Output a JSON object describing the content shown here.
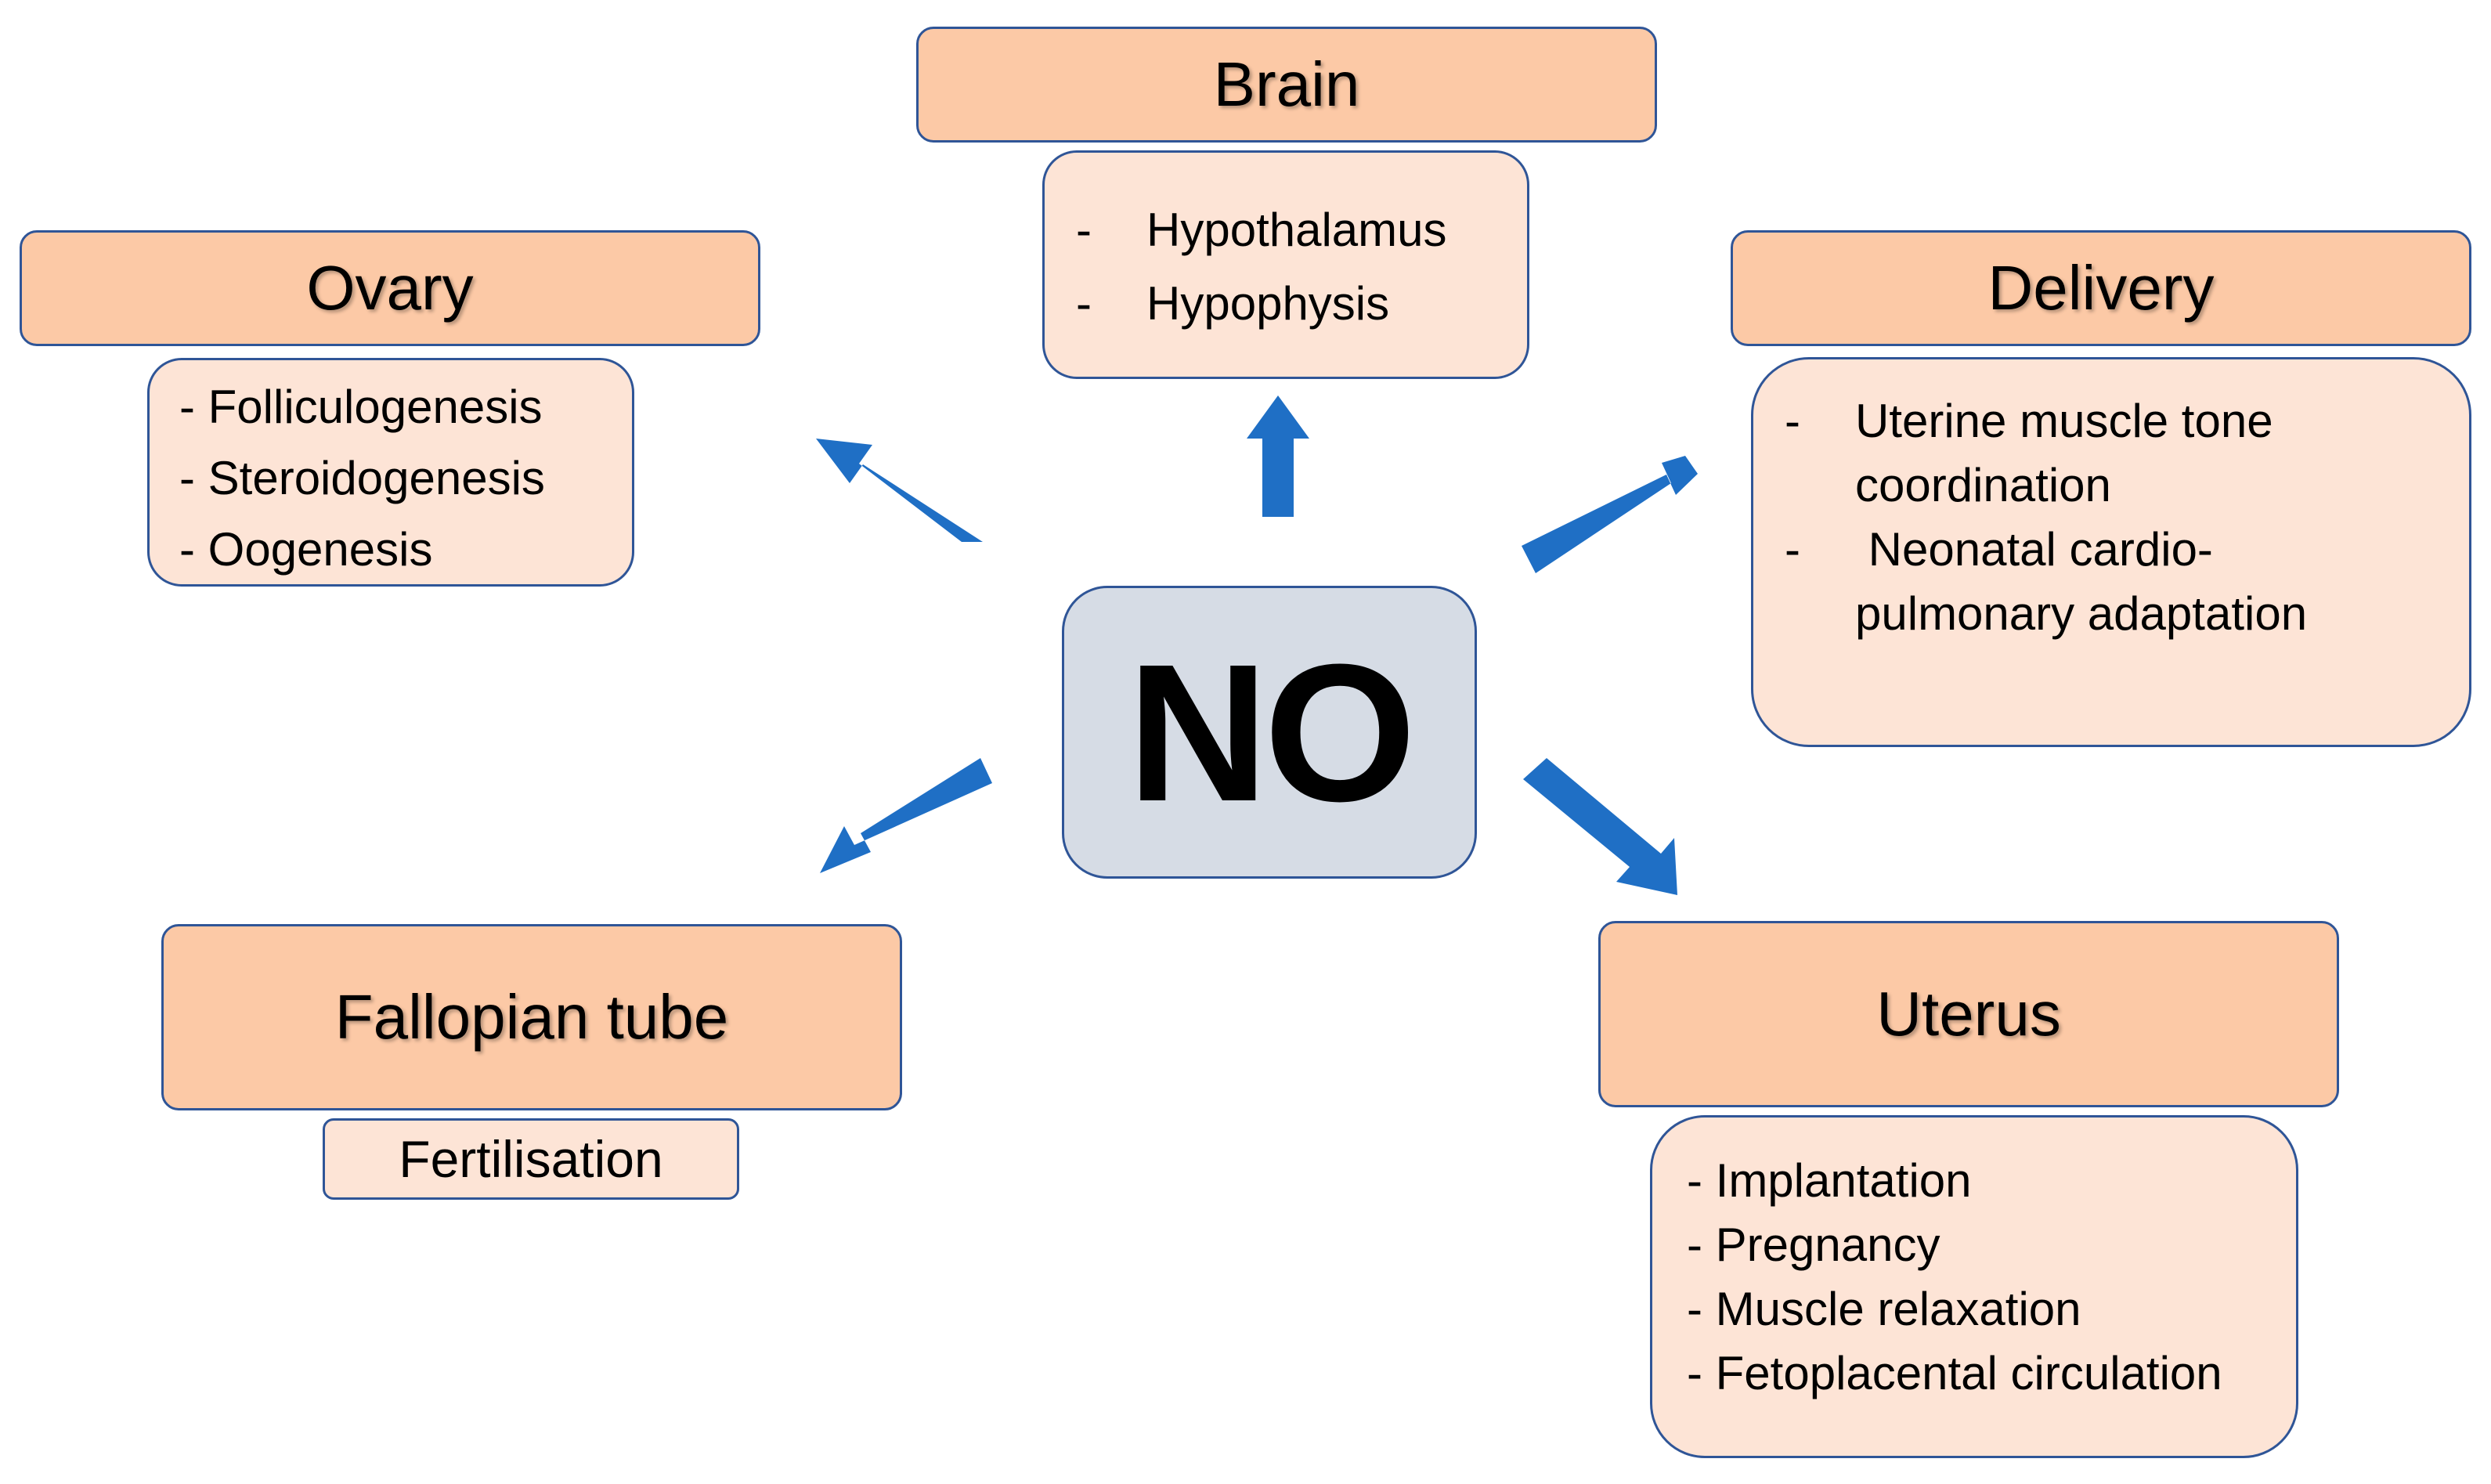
{
  "center": {
    "label": "NO"
  },
  "brain": {
    "title": "Brain",
    "items": [
      "Hypothalamus",
      "Hypophysis"
    ]
  },
  "ovary": {
    "title": "Ovary",
    "items": [
      "- Folliculogenesis",
      "- Steroidogenesis",
      "- Oogenesis"
    ]
  },
  "delivery": {
    "title": "Delivery",
    "items": [
      "Uterine muscle tone coordination",
      "Neonatal cardio-pulmonary adaptation"
    ],
    "lines": [
      [
        "Uterine muscle tone",
        "coordination"
      ],
      [
        " Neonatal cardio-",
        "pulmonary adaptation"
      ]
    ]
  },
  "fallopian": {
    "title": "Fallopian tube",
    "items": [
      "Fertilisation"
    ]
  },
  "uterus": {
    "title": "Uterus",
    "items": [
      "- Implantation",
      "- Pregnancy",
      "- Muscle relaxation",
      "- Fetoplacental circulation"
    ]
  },
  "bullet": "-",
  "colors": {
    "header_fill": "#fcc9a6",
    "content_fill": "#fde4d6",
    "center_fill": "#d6dce5",
    "border": "#2f5597",
    "arrow": "#1f6fc5"
  }
}
